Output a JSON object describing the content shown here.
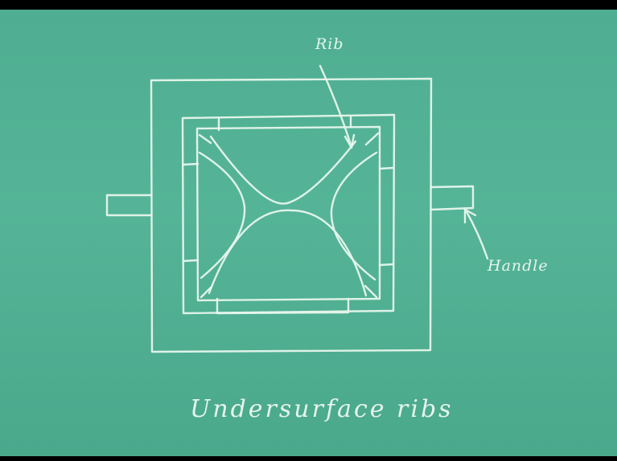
{
  "diagram": {
    "labels": {
      "rib": "Rib",
      "handle": "Handle",
      "caption": "Undersurface ribs"
    },
    "colors": {
      "board": "#52b094",
      "chalk": "#e9f7ef",
      "frame": "#000000"
    }
  }
}
